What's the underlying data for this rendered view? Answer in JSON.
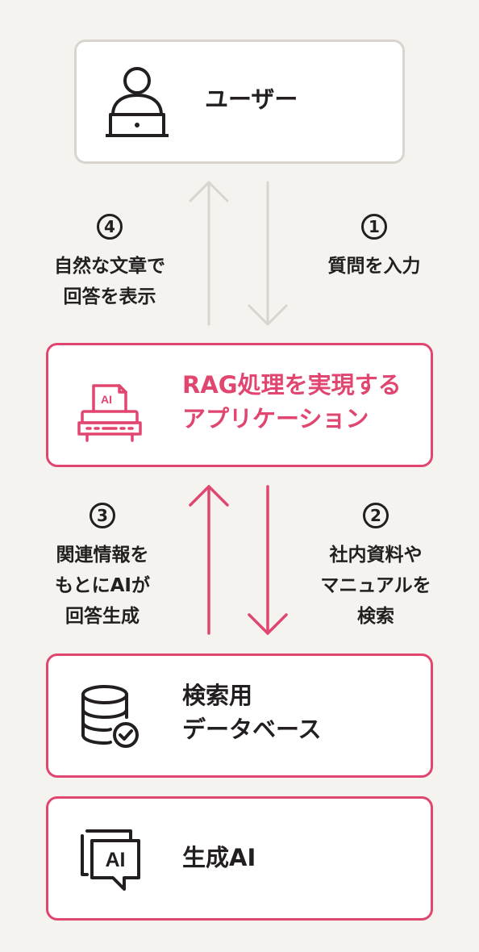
{
  "user_box": {
    "label": "ユーザー",
    "icon": "person-at-laptop-icon"
  },
  "app_box": {
    "line1": "RAG処理を実現する",
    "line2": "アプリケーション",
    "icon": "ai-typewriter-icon",
    "ai_tag": "AI"
  },
  "db_box": {
    "line1": "検索用",
    "line2": "データベース",
    "icon": "database-check-icon"
  },
  "genai_box": {
    "label": "生成AI",
    "icon": "ai-chat-bubble-icon",
    "ai_tag": "AI"
  },
  "steps": {
    "s1": {
      "num": "1",
      "lines": [
        "質問を入力"
      ]
    },
    "s2": {
      "num": "2",
      "lines": [
        "社内資料や",
        "マニュアルを",
        "検索"
      ]
    },
    "s3": {
      "num": "3",
      "lines": [
        "関連情報を",
        "もとにAIが",
        "回答生成"
      ]
    },
    "s4": {
      "num": "4",
      "lines": [
        "自然な文章で",
        "回答を表示"
      ]
    }
  },
  "colors": {
    "accent": "#e0466f",
    "gray_border": "#d9d5ce",
    "background": "#f5f3ef",
    "text": "#231f20"
  }
}
